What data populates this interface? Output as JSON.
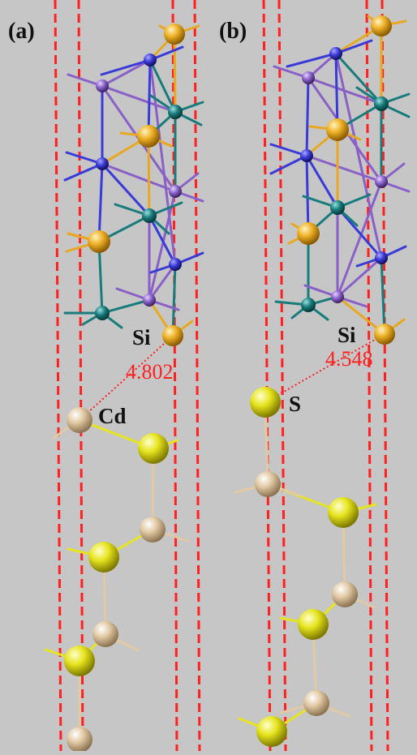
{
  "panels": [
    {
      "label": "(a)",
      "surface_atom_label": "Si",
      "adsorbate_atom_label": "Cd",
      "distance": "4.802"
    },
    {
      "label": "(b)",
      "surface_atom_label": "Si",
      "adsorbate_atom_label": "S",
      "distance": "4.548"
    }
  ],
  "colors": {
    "background": "#c6c6c6",
    "cell_boundary": "#ff2020",
    "distance_line": "#ff2020",
    "si_atom": "#e8a820",
    "cd_atom": "#e2c9a4",
    "s_atom": "#e6e41e",
    "blue_atom": "#3a3ad8",
    "purple_atom": "#8a60c8",
    "teal_atom": "#187c7c"
  }
}
